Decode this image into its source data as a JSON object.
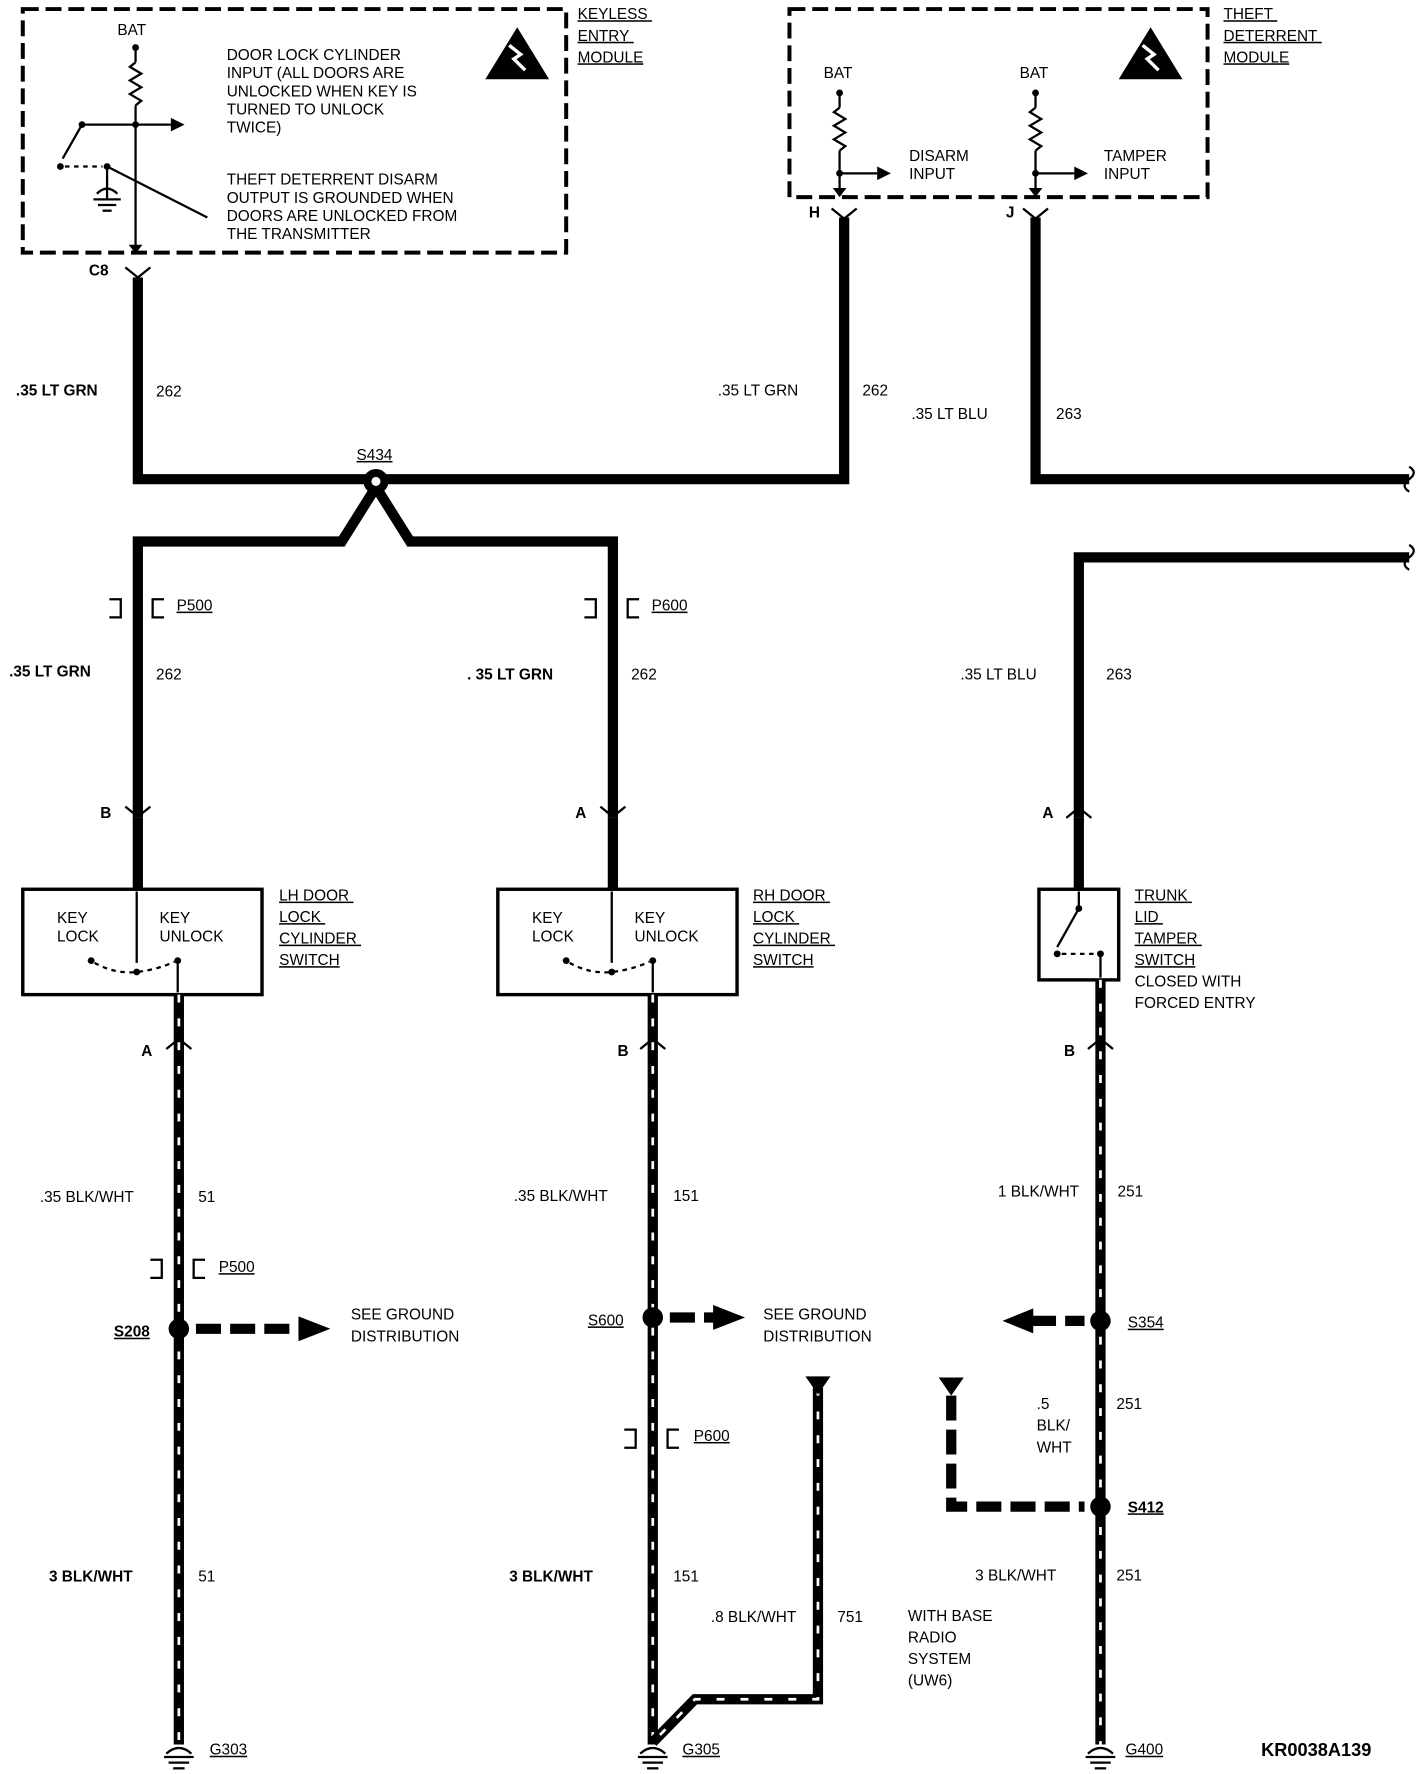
{
  "modules": {
    "keyless": {
      "name": [
        "KEYLESS",
        "ENTRY",
        "MODULE"
      ],
      "bat": "BAT",
      "note1": [
        "DOOR LOCK CYLINDER",
        "INPUT (ALL DOORS ARE",
        "UNLOCKED WHEN KEY IS",
        "TURNED TO UNLOCK",
        "TWICE)"
      ],
      "note2": [
        "THEFT DETERRENT DISARM",
        "OUTPUT IS GROUNDED WHEN",
        "DOORS ARE UNLOCKED FROM",
        "THE TRANSMITTER"
      ],
      "pin": "C8"
    },
    "theft": {
      "name": [
        "THEFT",
        "DETERRENT",
        "MODULE"
      ],
      "bat1": "BAT",
      "bat2": "BAT",
      "disarm": [
        "DISARM",
        "INPUT"
      ],
      "tamper": [
        "TAMPER",
        "INPUT"
      ],
      "pin_h": "H",
      "pin_j": "J"
    }
  },
  "wires": {
    "w262_top_left": {
      "gauge": ".35 LT GRN",
      "circuit": "262"
    },
    "w262_top_right": {
      "gauge": ".35 LT GRN",
      "circuit": "262"
    },
    "w263_top": {
      "gauge": ".35 LT BLU",
      "circuit": "263"
    },
    "w262_left": {
      "gauge": ".35 LT GRN",
      "circuit": "262"
    },
    "w262_mid": {
      "gauge": ". 35 LT GRN",
      "circuit": "262"
    },
    "w263_right": {
      "gauge": ".35 LT BLU",
      "circuit": "263"
    },
    "w51_a": {
      "gauge": ".35 BLK/WHT",
      "circuit": "51"
    },
    "w151_a": {
      "gauge": ".35 BLK/WHT",
      "circuit": "151"
    },
    "w251_a": {
      "gauge": "1 BLK/WHT",
      "circuit": "251"
    },
    "w251_b": {
      "gauge": [
        ".5",
        "BLK/",
        "WHT"
      ],
      "circuit": "251"
    },
    "w51_b": {
      "gauge": "3 BLK/WHT",
      "circuit": "51"
    },
    "w151_b": {
      "gauge": "3 BLK/WHT",
      "circuit": "151"
    },
    "w751": {
      "gauge": ".8 BLK/WHT",
      "circuit": "751"
    },
    "w251_c": {
      "gauge": "3 BLK/WHT",
      "circuit": "251"
    }
  },
  "splices": {
    "s434": "S434",
    "s208": "S208",
    "s600": "S600",
    "s354": "S354",
    "s412": "S412"
  },
  "connectors": {
    "p500_top": "P500",
    "p600_top": "P600",
    "p500_low": "P500",
    "p600_low": "P600"
  },
  "pins": {
    "lh_top": "B",
    "rh_top": "A",
    "trunk_top": "A",
    "lh_bot": "A",
    "rh_bot": "B",
    "trunk_bot": "B"
  },
  "switches": {
    "lh": {
      "name": [
        "LH DOOR",
        "LOCK",
        "CYLINDER",
        "SWITCH"
      ],
      "lock": [
        "KEY",
        "LOCK"
      ],
      "unlock": [
        "KEY",
        "UNLOCK"
      ]
    },
    "rh": {
      "name": [
        "RH DOOR",
        "LOCK",
        "CYLINDER",
        "SWITCH"
      ],
      "lock": [
        "KEY",
        "LOCK"
      ],
      "unlock": [
        "KEY",
        "UNLOCK"
      ]
    },
    "trunk": {
      "name": [
        "TRUNK",
        "LID",
        "TAMPER",
        "SWITCH"
      ],
      "note": [
        "CLOSED WITH",
        "FORCED ENTRY"
      ]
    }
  },
  "ground_dist": [
    "SEE GROUND",
    "DISTRIBUTION"
  ],
  "radio_note": [
    "WITH BASE",
    "RADIO",
    "SYSTEM",
    "(UW6)"
  ],
  "grounds": {
    "g303": "G303",
    "g305": "G305",
    "g400": "G400"
  },
  "figure_id": "KR0038A139"
}
